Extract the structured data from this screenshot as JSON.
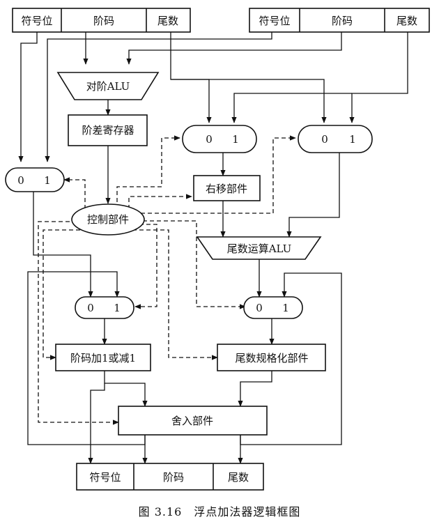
{
  "top_left_register": {
    "sign": "符号位",
    "exponent": "阶码",
    "mantissa": "尾数"
  },
  "top_right_register": {
    "sign": "符号位",
    "exponent": "阶码",
    "mantissa": "尾数"
  },
  "align_alu": "对阶ALU",
  "exp_diff_register": "阶差寄存器",
  "mux_inputs": {
    "zero": "0",
    "one": "1"
  },
  "shift_right_unit": "右移部件",
  "control_unit": "控制部件",
  "mantissa_alu": "尾数运算ALU",
  "exp_adjust_unit": "阶码加1或减1",
  "mantissa_normalize_unit": "尾数规格化部件",
  "rounding_unit": "舍入部件",
  "bottom_register": {
    "sign": "符号位",
    "exponent": "阶码",
    "mantissa": "尾数"
  },
  "caption": "图 3.16　浮点加法器逻辑框图",
  "colors": {
    "line": "#111111",
    "background": "#ffffff"
  }
}
